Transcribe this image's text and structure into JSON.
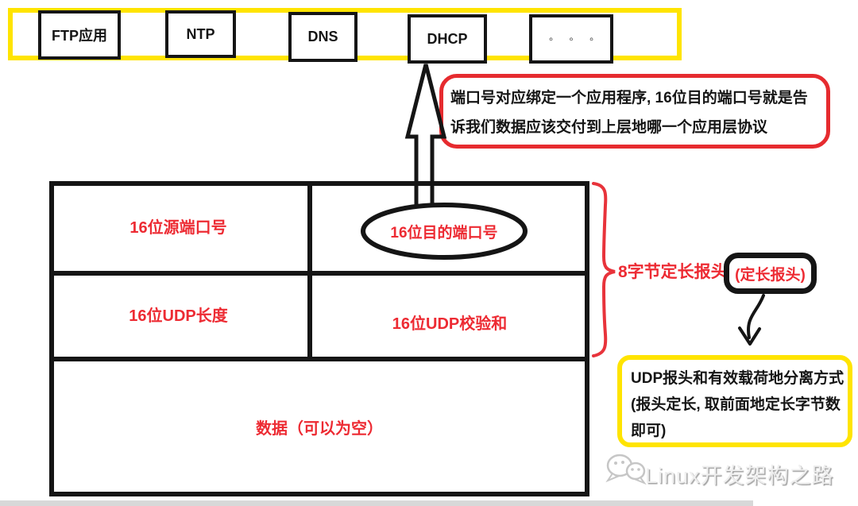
{
  "colors": {
    "yellow_border": "#FFE400",
    "red_text": "#ED2B33",
    "red_border": "#E62B2F",
    "brace_red": "#E8333B",
    "line_black": "#151515",
    "watermark_gray": "#C6C6C6",
    "bottom_strip_gray": "#D8D8D8"
  },
  "app_layer": {
    "items": [
      {
        "id": "ftp",
        "label": "FTP应用"
      },
      {
        "id": "ntp",
        "label": "NTP"
      },
      {
        "id": "dns",
        "label": "DNS"
      },
      {
        "id": "dhcp",
        "label": "DHCP"
      },
      {
        "id": "more",
        "label": "◦ ◦ ◦"
      }
    ]
  },
  "port_note": {
    "line1": "端口号对应绑定一个应用程序,  16位目的端口号就是告",
    "line2": "诉我们数据应该交付到上层地哪一个应用层协议"
  },
  "udp_header": {
    "src_port": "16位源端口号",
    "dst_port": "16位目的端口号",
    "udp_length": "16位UDP长度",
    "udp_checksum": "16位UDP校验和",
    "data": "数据（可以为空）"
  },
  "header_brace": {
    "label": "8字节定长报头",
    "badge": "(定长报头)"
  },
  "separation_note": {
    "line1": "UDP报头和有效载荷地分离方式",
    "line2": "(报头定长, 取前面地定长字节数",
    "line3": "即可)"
  },
  "watermark": {
    "icon": "wechat-speech-bubbles",
    "text": "Linux开发架构之路"
  }
}
